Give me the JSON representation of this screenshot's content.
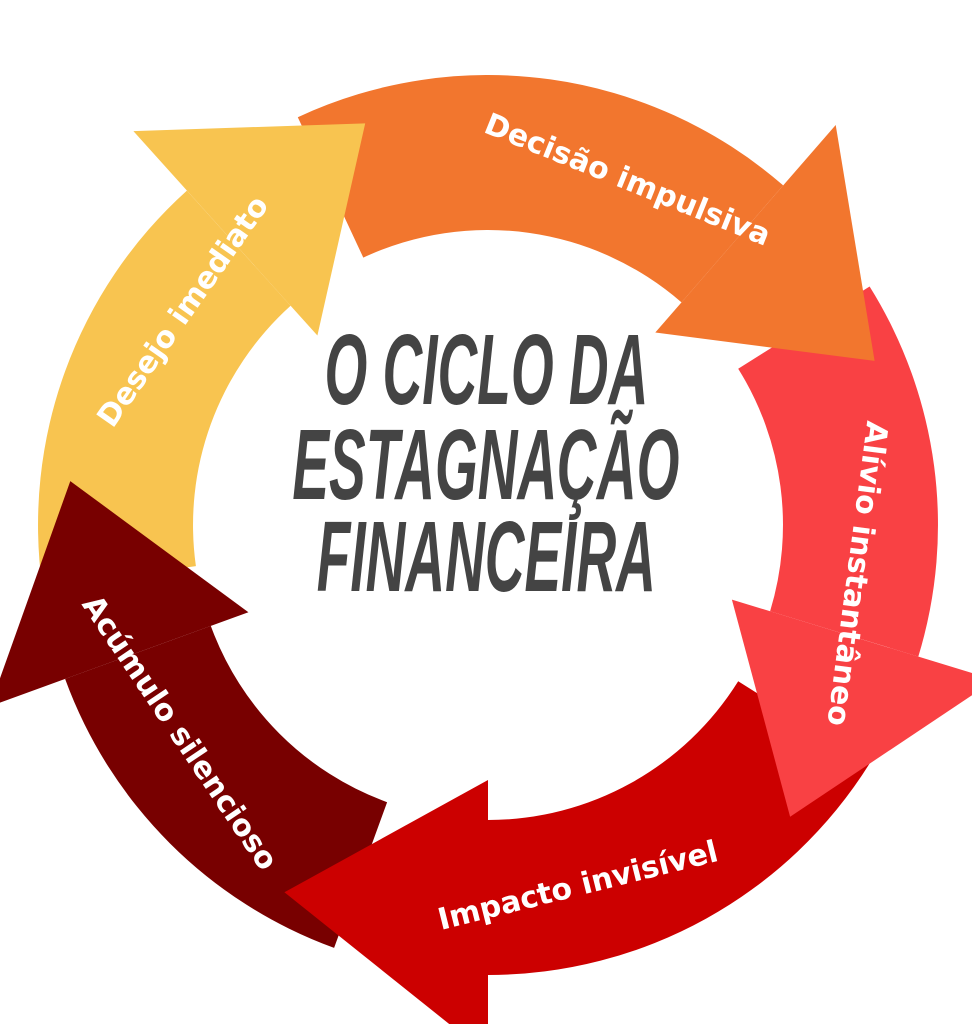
{
  "title": {
    "lines": [
      "O CICLO DA",
      "ESTAGNAÇÃO",
      "FINANCEIRA"
    ],
    "color": "#444444"
  },
  "steps": [
    {
      "label": "Desejo imediato",
      "color": "#F8C450"
    },
    {
      "label": "Decisão impulsiva",
      "color": "#F2762E"
    },
    {
      "label": "Alívio instantâneo",
      "color": "#F94144"
    },
    {
      "label": "Impacto invisível",
      "color": "#CC0000"
    },
    {
      "label": "Acúmulo silencioso",
      "color": "#780000"
    }
  ]
}
